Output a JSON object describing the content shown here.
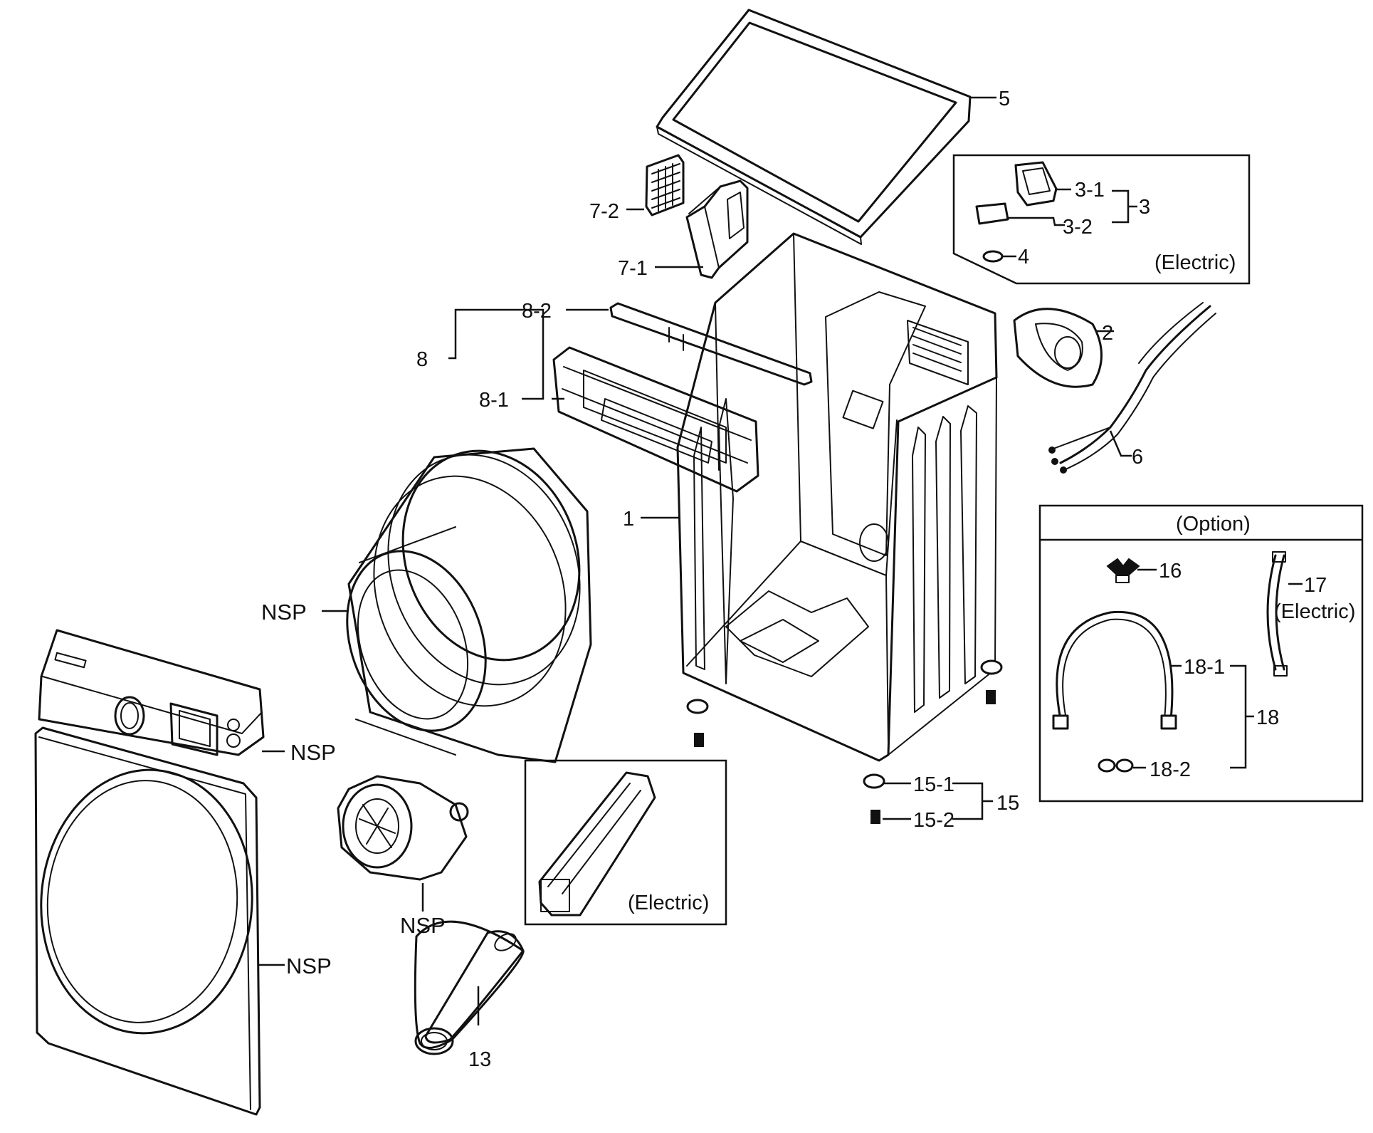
{
  "labels": {
    "l_5": "5",
    "l_3_1": "3-1",
    "l_3_2": "3-2",
    "l_3": "3",
    "l_4": "4",
    "l_electric_top": "(Electric)",
    "l_7_2": "7-2",
    "l_7_1": "7-1",
    "l_8_2": "8-2",
    "l_8": "8",
    "l_8_1": "8-1",
    "l_2": "2",
    "l_6": "6",
    "l_1": "1",
    "l_option": "(Option)",
    "l_16": "16",
    "l_17": "17",
    "l_electric_17": "(Electric)",
    "l_18_1": "18-1",
    "l_18": "18",
    "l_18_2": "18-2",
    "l_nsp_drum": "NSP",
    "l_nsp_panel": "NSP",
    "l_nsp_blower": "NSP",
    "l_nsp_door": "NSP",
    "l_15_1": "15-1",
    "l_15": "15",
    "l_15_2": "15-2",
    "l_electric_heater": "(Electric)",
    "l_13": "13"
  }
}
